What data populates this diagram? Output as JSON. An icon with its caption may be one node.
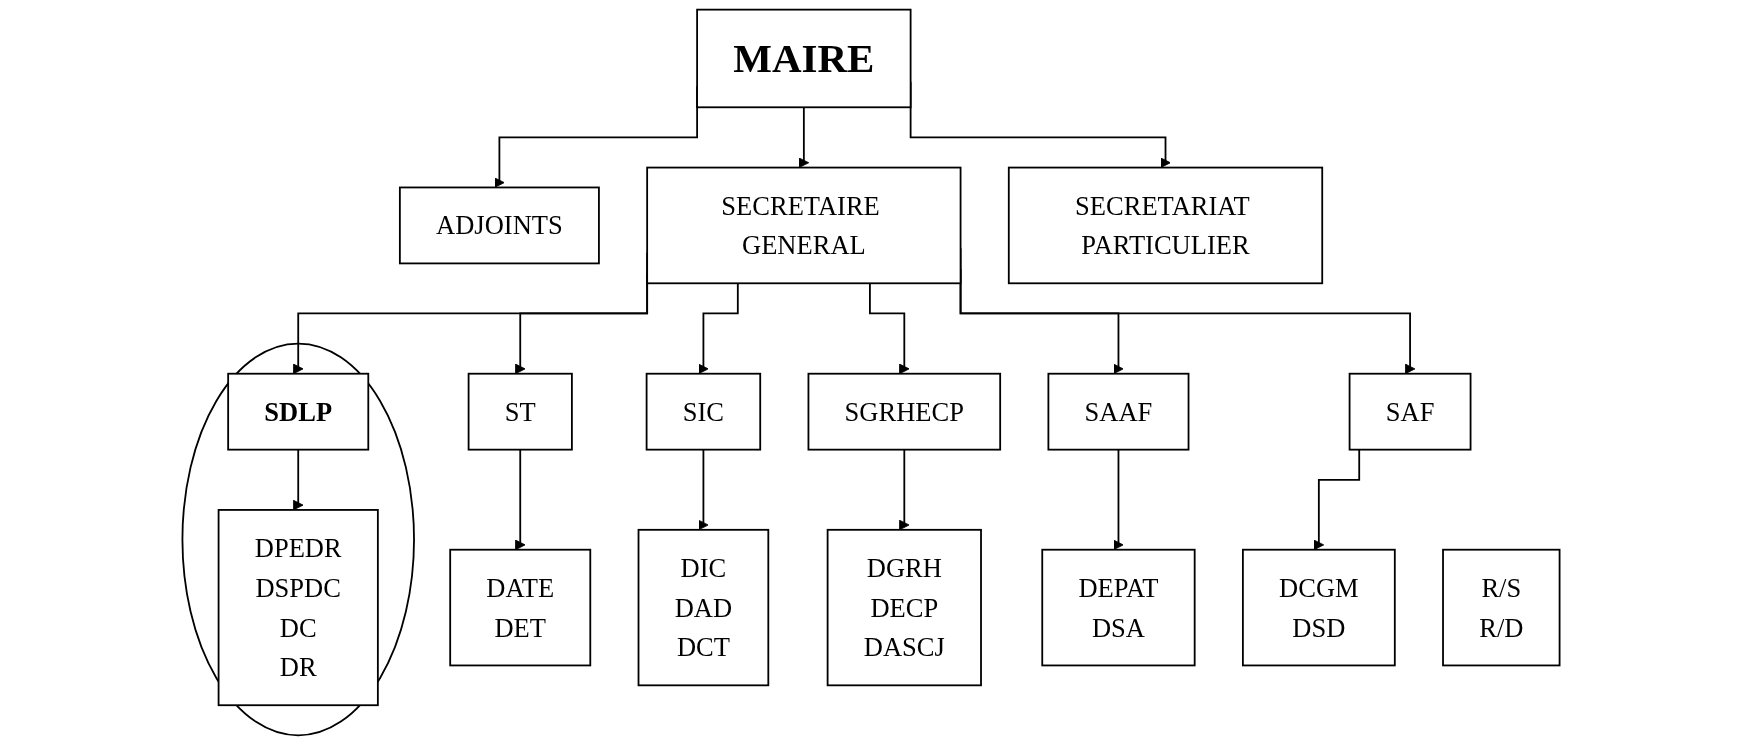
{
  "diagram": {
    "nodes": [
      {
        "text": [
          "MAIRE"
        ]
      },
      {
        "text": [
          "ADJOINTS"
        ]
      },
      {
        "text": [
          "SECRETARIAT PARTICULIER"
        ]
      },
      {
        "text": [
          "SECRETAIRE GENERAL"
        ]
      },
      {
        "text": [
          "ST"
        ]
      },
      {
        "text": [],
        "shape": "ellipse"
      },
      {
        "text": [
          "SDLP"
        ],
        "in": 5
      },
      {
        "text": [
          "SIC"
        ]
      },
      {
        "text": [
          "SGRHECP"
        ]
      },
      {
        "text": [
          "SAAF"
        ]
      },
      {
        "text": [
          "SAF"
        ]
      },
      {
        "text": [
          "DATE",
          "DET"
        ]
      },
      {
        "text": [
          "DPEDR",
          "DSPDC",
          "DC",
          "DR"
        ],
        "in": 5
      },
      {
        "text": [
          "DIC",
          "DAD",
          "DCT"
        ]
      },
      {
        "text": [
          "DGRH",
          "DECP",
          "DASCJ"
        ]
      },
      {
        "text": [
          "DEPAT",
          "DSA"
        ]
      },
      {
        "text": [
          "DCGM",
          "DSD"
        ]
      },
      {
        "text": [
          "R/S",
          "R/D"
        ]
      }
    ],
    "edges": [
      {
        "from": 0,
        "to": 1,
        "arrow": "to"
      },
      {
        "from": 0,
        "to": 2,
        "arrow": "to"
      },
      {
        "from": 0,
        "to": 3,
        "arrow": "to"
      },
      {
        "from": 3,
        "to": 4,
        "arrow": "to"
      },
      {
        "from": 3,
        "to": 6,
        "arrow": "to"
      },
      {
        "from": 3,
        "to": 7,
        "arrow": "to"
      },
      {
        "from": 3,
        "to": 8,
        "arrow": "to"
      },
      {
        "from": 3,
        "to": 9,
        "arrow": "to"
      },
      {
        "from": 3,
        "to": 10,
        "arrow": "to"
      },
      {
        "from": 4,
        "to": 11,
        "arrow": "to"
      },
      {
        "from": 6,
        "to": 12,
        "arrow": "to"
      },
      {
        "from": 7,
        "to": 13,
        "arrow": "to"
      },
      {
        "from": 8,
        "to": 14,
        "arrow": "to"
      },
      {
        "from": 9,
        "to": 15,
        "arrow": "to"
      },
      {
        "from": 10,
        "to": 16,
        "arrow": "to"
      }
    ]
  }
}
